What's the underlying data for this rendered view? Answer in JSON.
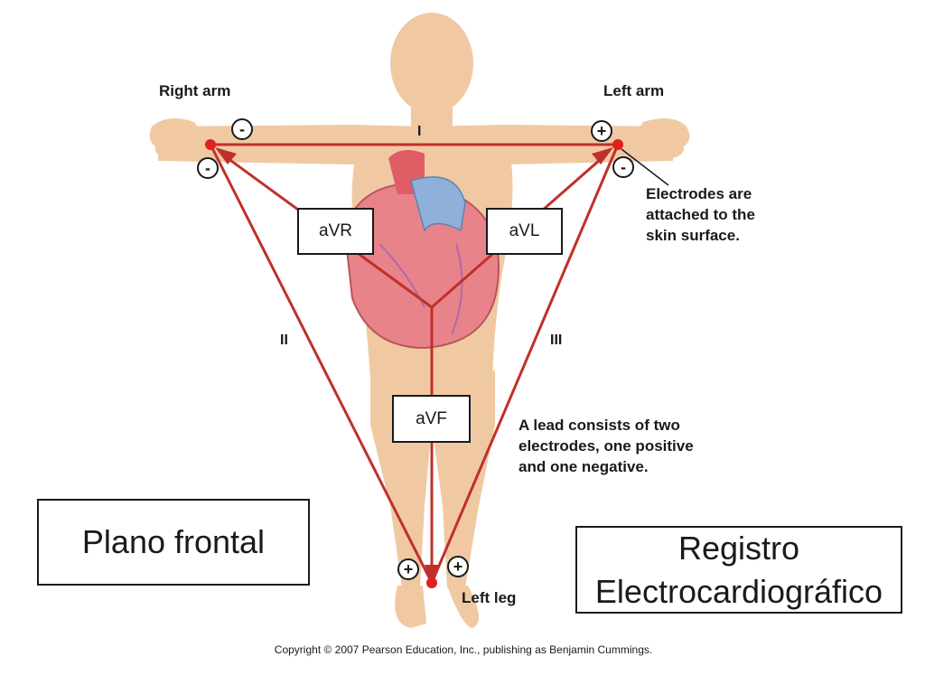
{
  "labels": {
    "right_arm": "Right arm",
    "left_arm": "Left arm",
    "left_leg": "Left leg",
    "lead_I": "I",
    "lead_II": "II",
    "lead_III": "III",
    "electrodes_note": [
      "Electrodes are",
      "attached to the",
      "skin surface."
    ],
    "lead_note": [
      "A lead consists of two",
      "electrodes, one positive",
      "and one negative."
    ],
    "copyright": "Copyright © 2007 Pearson Education, Inc., publishing as Benjamin Cummings."
  },
  "polarity": {
    "ra_top": "-",
    "ra_left": "-",
    "la_top": "+",
    "la_right": "-",
    "ll_left": "+",
    "ll_right": "+"
  },
  "lead_boxes": {
    "avr": "aVR",
    "avl": "aVL",
    "avf": "aVF"
  },
  "captions": {
    "plano_frontal": "Plano frontal",
    "registro_line1": "Registro",
    "registro_line2": "Electrocardiográfico"
  },
  "colors": {
    "skin": "#f0c9a3",
    "lead_line": "#c0302a",
    "electrode": "#e01f1f",
    "heart": "#e8838a",
    "vessel_blue": "#8fb1d9"
  }
}
